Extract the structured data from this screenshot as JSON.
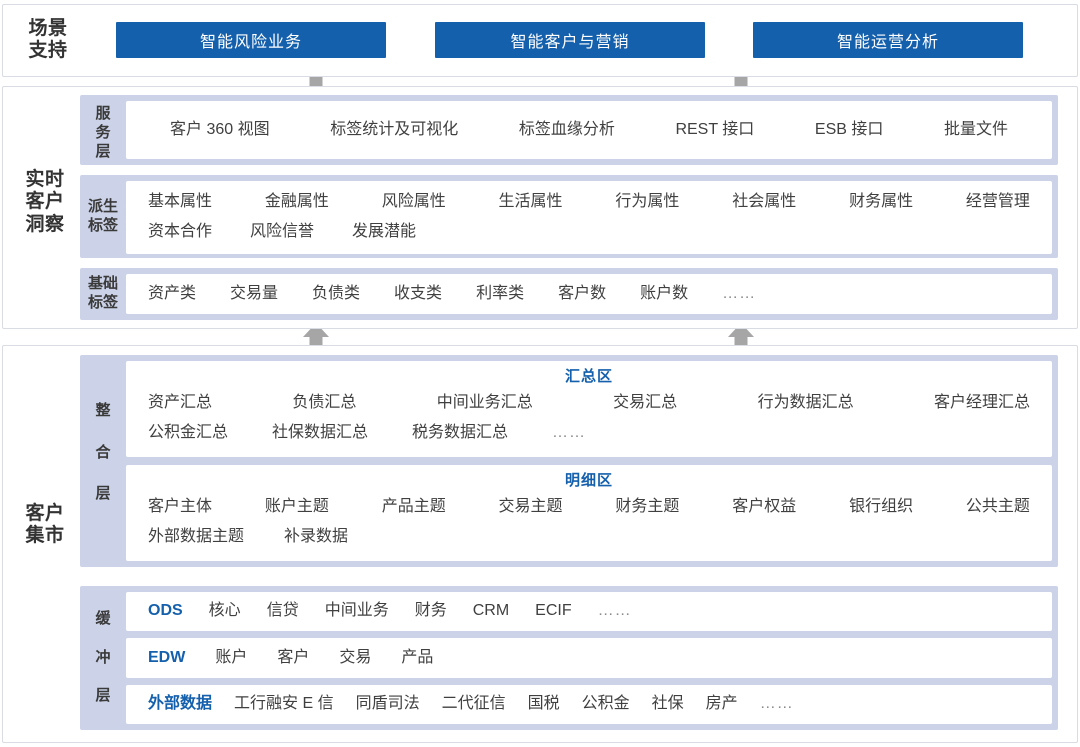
{
  "meta": {
    "accent_blue": "#1560ac",
    "band_lavender": "#ccd3e8",
    "arrow_gray": "#a6a6a6",
    "panel_border": "#d9dce3"
  },
  "scene_panel": {
    "title": "场景\n支持",
    "title_lines": [
      "场景",
      "支持"
    ],
    "buttons": [
      {
        "label": "智能风险业务"
      },
      {
        "label": "智能客户与营销"
      },
      {
        "label": "智能运营分析"
      }
    ]
  },
  "insight_panel": {
    "title_lines": [
      "实时",
      "客户",
      "洞察"
    ],
    "layers": [
      {
        "name": "service-layer",
        "label_lines": [
          "服",
          "务",
          "层"
        ],
        "rows": [
          {
            "items": [
              "客户 360 视图",
              "标签统计及可视化",
              "标签血缘分析",
              "REST 接口",
              "ESB 接口",
              "批量文件"
            ]
          }
        ]
      },
      {
        "name": "derived-tag-layer",
        "label_lines": [
          "派生",
          "标签"
        ],
        "rows": [
          {
            "items": [
              "基本属性",
              "金融属性",
              "风险属性",
              "生活属性",
              "行为属性",
              "社会属性",
              "财务属性",
              "经营管理"
            ]
          },
          {
            "items": [
              "资本合作",
              "风险信誉",
              "发展潜能"
            ]
          }
        ]
      },
      {
        "name": "basic-tag-layer",
        "label_lines": [
          "基础",
          "标签"
        ],
        "rows": [
          {
            "items": [
              "资产类",
              "交易量",
              "负债类",
              "收支类",
              "利率类",
              "客户数",
              "账户数",
              "……"
            ]
          }
        ]
      }
    ]
  },
  "mart_panel": {
    "title_lines": [
      "客户",
      "集市"
    ],
    "integration_layer": {
      "label_lines": [
        "整",
        "合",
        "层"
      ],
      "zones": [
        {
          "caption": "汇总区",
          "rows": [
            {
              "items": [
                "资产汇总",
                "负债汇总",
                "中间业务汇总",
                "交易汇总",
                "行为数据汇总",
                "客户经理汇总"
              ]
            },
            {
              "items": [
                "公积金汇总",
                "社保数据汇总",
                "税务数据汇总",
                "……"
              ]
            }
          ]
        },
        {
          "caption": "明细区",
          "rows": [
            {
              "items": [
                "客户主体",
                "账户主题",
                "产品主题",
                "交易主题",
                "财务主题",
                "客户权益",
                "银行组织",
                "公共主题"
              ]
            },
            {
              "items": [
                "外部数据主题",
                "补录数据"
              ]
            }
          ]
        }
      ]
    },
    "buffer_layer": {
      "label_lines": [
        "缓",
        "冲",
        "层"
      ],
      "rows": [
        {
          "accent": "ODS",
          "items": [
            "核心",
            "信贷",
            "中间业务",
            "财务",
            "CRM",
            "ECIF",
            "……"
          ]
        },
        {
          "accent": "EDW",
          "items": [
            "账户",
            "客户",
            "交易",
            "产品"
          ]
        },
        {
          "accent": "外部数据",
          "items": [
            "工行融安 E 信",
            "同盾司法",
            "二代征信",
            "国税",
            "公积金",
            "社保",
            "房产",
            "……"
          ]
        }
      ]
    }
  },
  "arrows": [
    {
      "name": "arrow-scene-to-insight-left"
    },
    {
      "name": "arrow-scene-to-insight-right"
    },
    {
      "name": "arrow-insight-to-mart-left"
    },
    {
      "name": "arrow-insight-to-mart-right"
    },
    {
      "name": "arrow-buffer-to-integration-left"
    },
    {
      "name": "arrow-buffer-to-integration-right"
    }
  ]
}
